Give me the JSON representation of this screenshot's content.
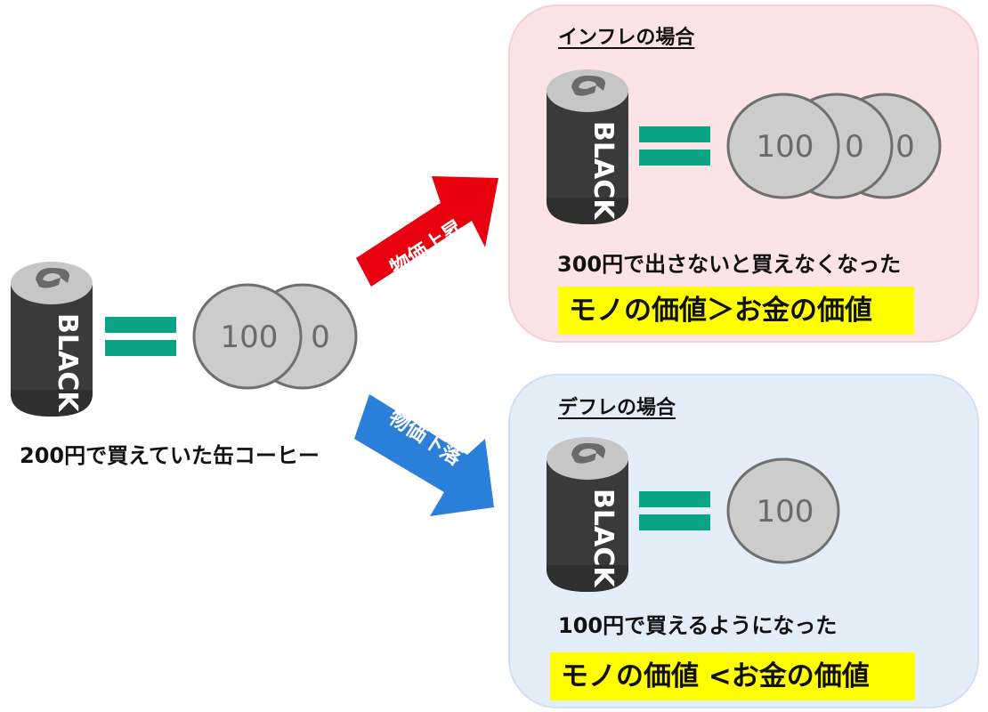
{
  "colors": {
    "inflation_panel_bg": "#fbe3e6",
    "deflation_panel_bg": "#e3eef8",
    "equals_sign": "#0aa384",
    "highlight": "#ffff00",
    "price_up_arrow": "#e8000e",
    "price_down_arrow": "#2a7fd9",
    "can_body": "#3a3a3a",
    "coin_fill": "#cccccc",
    "coin_stroke": "#6f6f6f"
  },
  "left": {
    "can_label": "BLACK",
    "coins": [
      "100",
      "0"
    ],
    "caption": "200円で買えていた缶コーヒー"
  },
  "arrows": {
    "up_label": "物価上昇",
    "down_label": "物価下落"
  },
  "inflation": {
    "heading": "インフレの場合",
    "can_label": "BLACK",
    "coins": [
      "100",
      "0",
      "0"
    ],
    "caption": "300円で出さないと買えなくなった",
    "conclusion": "モノの価値＞お金の価値"
  },
  "deflation": {
    "heading": "デフレの場合",
    "can_label": "BLACK",
    "coins": [
      "100"
    ],
    "caption": "100円で買えるようになった",
    "conclusion": "モノの価値 <お金の価値"
  }
}
